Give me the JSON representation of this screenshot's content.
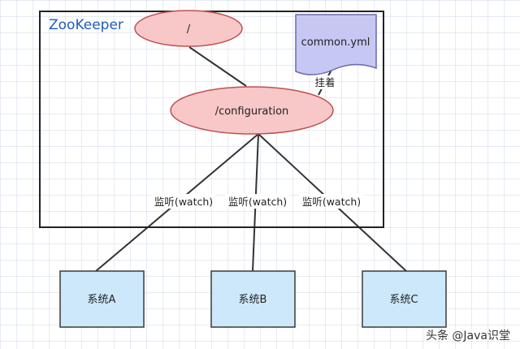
{
  "container": {
    "title": "ZooKeeper"
  },
  "nodes": {
    "root": "/",
    "configuration": "/configuration",
    "file": "common.yml"
  },
  "edges": {
    "mount_label": "挂着",
    "watch_labels": [
      "监听(watch)",
      "监听(watch)",
      "监听(watch)"
    ]
  },
  "systems": [
    "系统A",
    "系统B",
    "系统C"
  ],
  "watermark": "头条 @Java识堂",
  "colors": {
    "title": "#1f5bbf",
    "ellipse_fill": "#f8c8c8",
    "ellipse_stroke": "#c05050",
    "file_fill": "#c7c7f3",
    "file_stroke": "#6b6bb0",
    "system_fill": "#cde8fb",
    "system_stroke": "#3a3a3a"
  }
}
